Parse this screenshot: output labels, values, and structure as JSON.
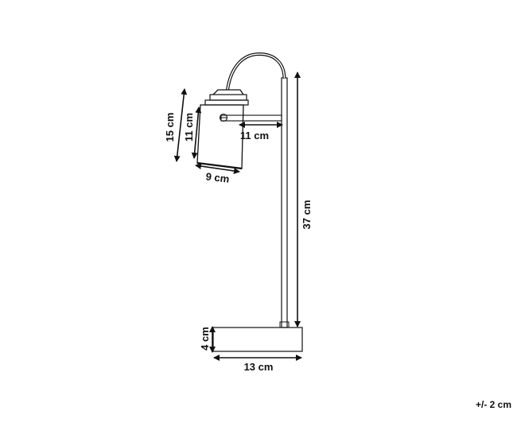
{
  "dimensions": {
    "shade_height": "15 cm",
    "shade_body_height": "11 cm",
    "shade_diameter": "9 cm",
    "arm_length": "11 cm",
    "total_height": "37 cm",
    "base_height": "4 cm",
    "base_width": "13 cm"
  },
  "tolerance": "+/- 2 cm",
  "colors": {
    "line": "#111111",
    "background": "#ffffff"
  }
}
